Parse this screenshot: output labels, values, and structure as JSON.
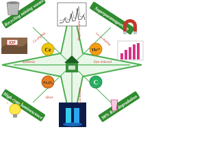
{
  "banners": {
    "top_left": "Recycling mining wastes",
    "top_right": "Superparamagnetism",
    "bottom_left": "High cyan luminescence",
    "bottom_right": "98% RhB degradation"
  },
  "arrows": {
    "top_left_upper": "Ce-doping",
    "top_left_lower": "Synthesis",
    "top_right_upper": "Magnetization",
    "top_right_lower": "Dye removal",
    "top_right_inner": "La co-doping",
    "bottom_left_inner": "Heat",
    "bottom_right_inner": "Calcination"
  },
  "nodes": {
    "ce": "Ce",
    "tb": "Tb³⁺",
    "fe": "Fe₃O₄",
    "c": "C"
  },
  "photo_label": "IOF",
  "colors": {
    "banner_fill": "#2e8b2e",
    "banner_text": "#ffffff",
    "star": "#4caf50",
    "arrow_text": "#c0392b",
    "node_ce": "#f1c40f",
    "node_tb": "#f39c12",
    "node_fe": "#e67e22",
    "node_c": "#27ae60",
    "bars": "#d63384"
  }
}
